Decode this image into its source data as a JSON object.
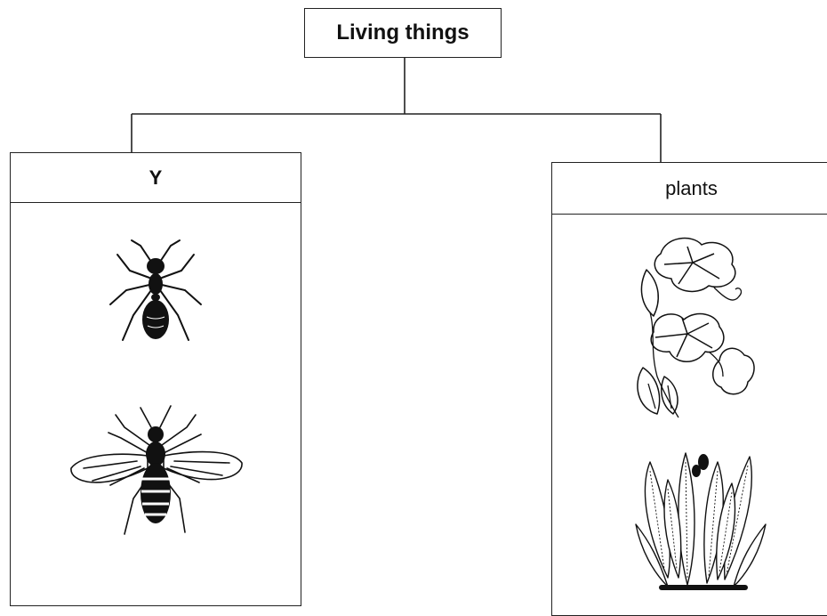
{
  "root": {
    "label": "Living things"
  },
  "groups": [
    {
      "label": "Y",
      "pictures": [
        "ant",
        "bee"
      ]
    },
    {
      "label": "plants",
      "pictures": [
        "flowering-vine",
        "leafy-plant"
      ]
    }
  ]
}
